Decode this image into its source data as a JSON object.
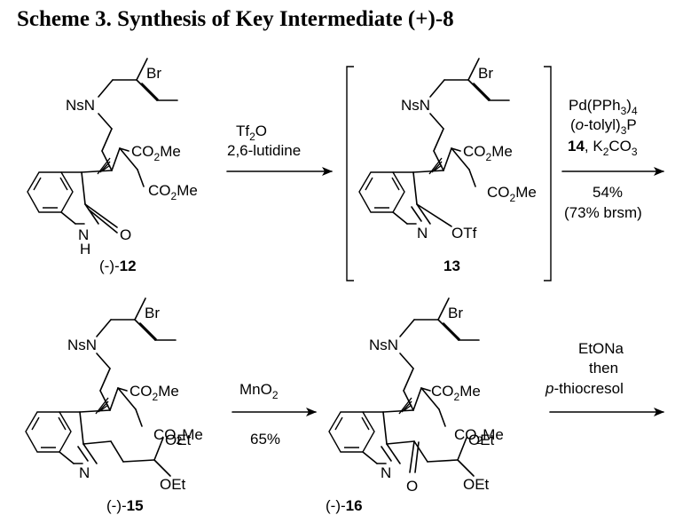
{
  "title": "Scheme 3. Synthesis of Key Intermediate (+)-8",
  "compounds": {
    "c12": {
      "prefix": "(-)-",
      "number": "12"
    },
    "c13": {
      "number": "13"
    },
    "c15": {
      "prefix": "(-)-",
      "number": "15"
    },
    "c16": {
      "prefix": "(-)-",
      "number": "16"
    }
  },
  "atoms": {
    "Br": "Br",
    "NsN": "NsN",
    "CO2Me_a": "CO",
    "CO2Me_b": "Me",
    "sub2": "2",
    "sub3": "3",
    "sub4": "4",
    "O": "O",
    "N": "N",
    "H": "H",
    "OTf": "OTf",
    "OEt": "OEt"
  },
  "steps": {
    "step1": {
      "line1_a": "Tf",
      "line1_b": "O",
      "line2": "2,6-lutidine"
    },
    "step2": {
      "line1_a": "Pd(PPh",
      "line1_b": ")",
      "line2_a": "(",
      "line2_italic": "o",
      "line2_b": "-tolyl)",
      "line2_c": "P",
      "line3_bold": "14",
      "line3_a": ", K",
      "line3_b": "CO",
      "line4": "54%",
      "line5": "(73% brsm)"
    },
    "step3": {
      "line1_a": "MnO",
      "line2": "65%"
    },
    "step4": {
      "line1": "EtONa",
      "line2": "then",
      "line3_italic": "p",
      "line3_b": "-thiocresol"
    }
  }
}
